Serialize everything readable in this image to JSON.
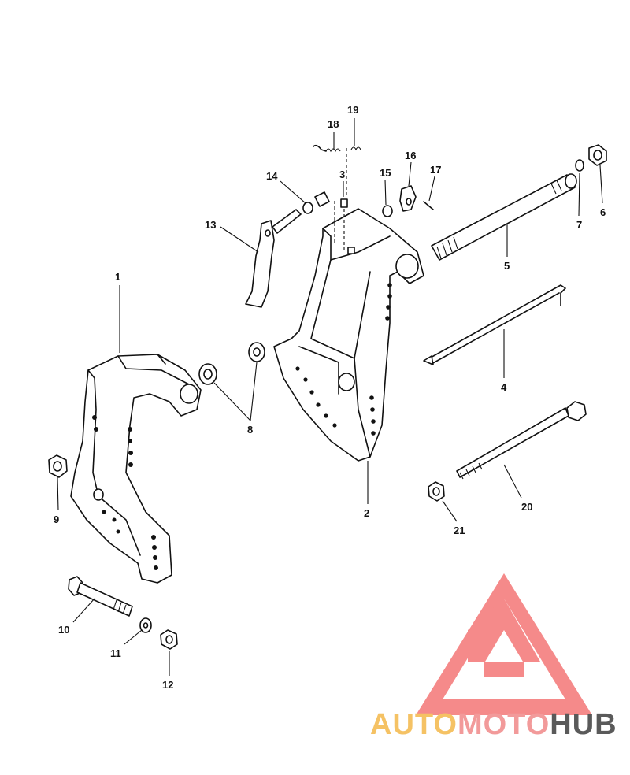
{
  "parts": [
    {
      "number": "1"
    },
    {
      "number": "2"
    },
    {
      "number": "3"
    },
    {
      "number": "4"
    },
    {
      "number": "5"
    },
    {
      "number": "6"
    },
    {
      "number": "7"
    },
    {
      "number": "8"
    },
    {
      "number": "9"
    },
    {
      "number": "10"
    },
    {
      "number": "11"
    },
    {
      "number": "12"
    },
    {
      "number": "13"
    },
    {
      "number": "14"
    },
    {
      "number": "15"
    },
    {
      "number": "16"
    },
    {
      "number": "17"
    },
    {
      "number": "18"
    },
    {
      "number": "19"
    },
    {
      "number": "20"
    },
    {
      "number": "21"
    }
  ],
  "watermark": {
    "brand_part1": "AUTO",
    "brand_part2": "MOTO",
    "brand_part3": "HUB",
    "colors": {
      "yellow": "#f5c264",
      "red": "#f29a9a",
      "dark": "#5a5a5a",
      "logo_red": "#f58a8a"
    }
  },
  "line_color": "#111111",
  "background": "#ffffff"
}
